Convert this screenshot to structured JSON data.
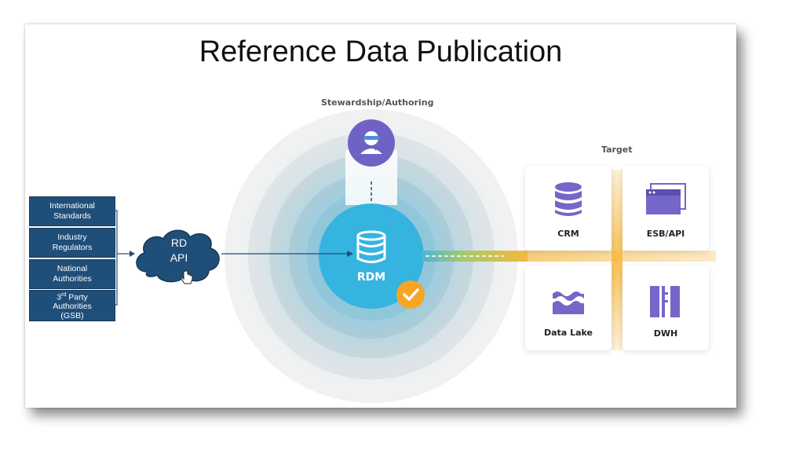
{
  "title": "Reference Data Publication",
  "stewardship_label": "Stewardship/Authoring",
  "target_label": "Target",
  "sources": [
    {
      "line1": "International",
      "line2": "Standards"
    },
    {
      "line1": "Industry",
      "line2": "Regulators"
    },
    {
      "line1": "National",
      "line2": "Authorities"
    },
    {
      "prefix": "3",
      "sup": "rd",
      "suffix": " Party",
      "line2": "Authorities",
      "line3": "(GSB)"
    }
  ],
  "cloud": {
    "line1": "RD",
    "line2": "API"
  },
  "hub_label": "RDM",
  "targets": [
    {
      "label": "CRM",
      "icon": "database-icon"
    },
    {
      "label": "ESB/API",
      "icon": "browser-window-icon"
    },
    {
      "label": "Data Lake",
      "icon": "waves-icon"
    },
    {
      "label": "DWH",
      "icon": "warehouse-bars-icon"
    }
  ],
  "colors": {
    "source_box": "#1f4e79",
    "hub": "#36b4e0",
    "purple": "#7467c9",
    "check": "#f6a623",
    "connector": "#f5b942"
  }
}
